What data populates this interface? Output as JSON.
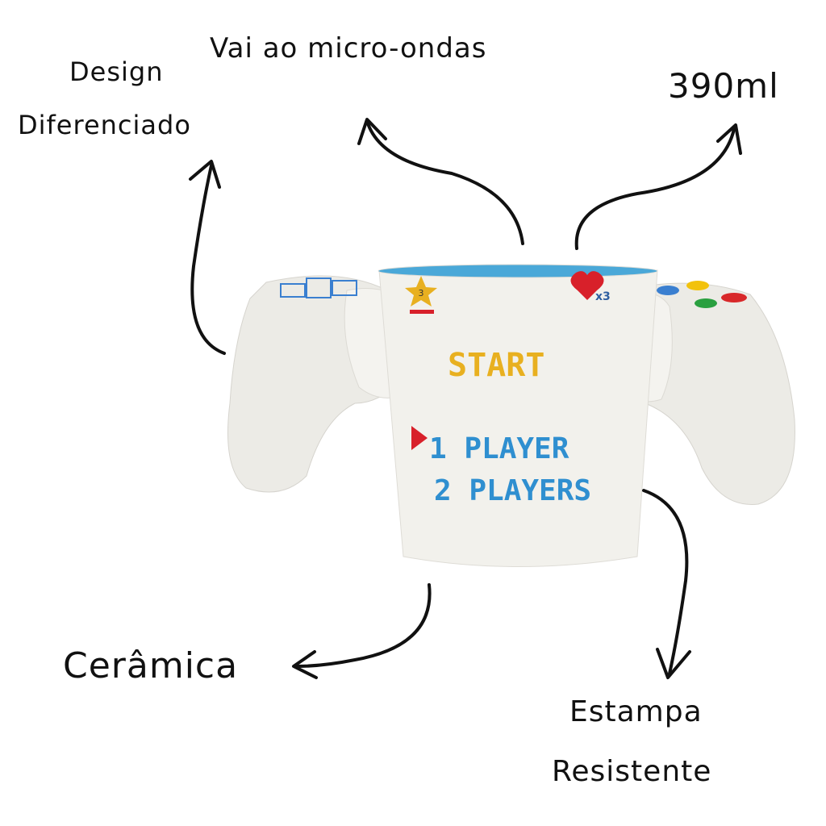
{
  "labels": {
    "design_line1": "Design",
    "design_line2": "Diferenciado",
    "microwave": "Vai ao micro-ondas",
    "volume": "390ml",
    "material": "Cerâmica",
    "print_line1": "Estampa",
    "print_line2": "Resistente"
  },
  "mug_print": {
    "start": "START",
    "one_player": "1 PLAYER",
    "two_players": "2 PLAYERS",
    "lives": "x3",
    "star_number": "3"
  },
  "colors": {
    "mug_inner": "#4aa8d8",
    "start_text": "#e8b020",
    "player_text": "#2f8fd0",
    "heart": "#d8202a",
    "button_blue": "#3a7fd0",
    "button_yellow": "#f2c20c",
    "button_green": "#2aa040",
    "button_red": "#d8282a"
  }
}
